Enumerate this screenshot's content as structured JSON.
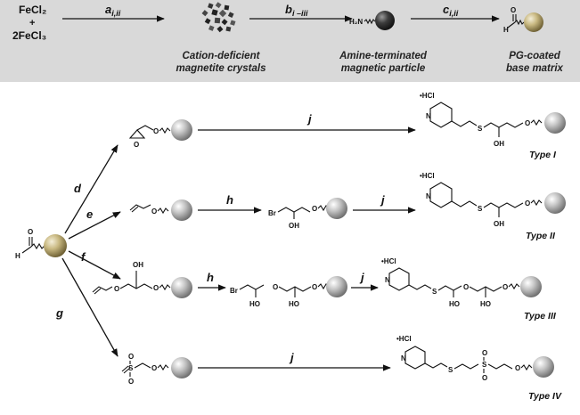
{
  "top": {
    "reactant_line1": "FeCl₂",
    "reactant_plus": "+",
    "reactant_line2": "2FeCl₃",
    "step_a": "a",
    "step_a_sub": "i,ii",
    "step_b": "b",
    "step_b_sub": "i –iii",
    "step_c": "c",
    "step_c_sub": "i,ii",
    "cap1_line1": "Cation-deficient",
    "cap1_line2": "magnetite crystals",
    "cap2_line1": "Amine-terminated",
    "cap2_line2": "magnetic particle",
    "cap3_line1": "PG-coated",
    "cap3_line2": "base matrix",
    "amine": "H₂N",
    "aldehyde_o": "O",
    "aldehyde_h": "H"
  },
  "steps": {
    "d": "d",
    "e": "e",
    "f": "f",
    "g": "g",
    "h": "h",
    "j": "j"
  },
  "atoms": {
    "O": "O",
    "OH": "OH",
    "HO": "HO",
    "Br": "Br",
    "N": "N",
    "S": "S",
    "H": "H",
    "HCl": "•HCl"
  },
  "types": {
    "t1": "Type I",
    "t2": "Type II",
    "t3": "Type III",
    "t4": "Type IV"
  },
  "colors": {
    "band": "#d9d9d9",
    "bead_silver": "#b7b7b7",
    "bead_dark": "#3a3a3a",
    "bead_gold": "#c9b982"
  }
}
